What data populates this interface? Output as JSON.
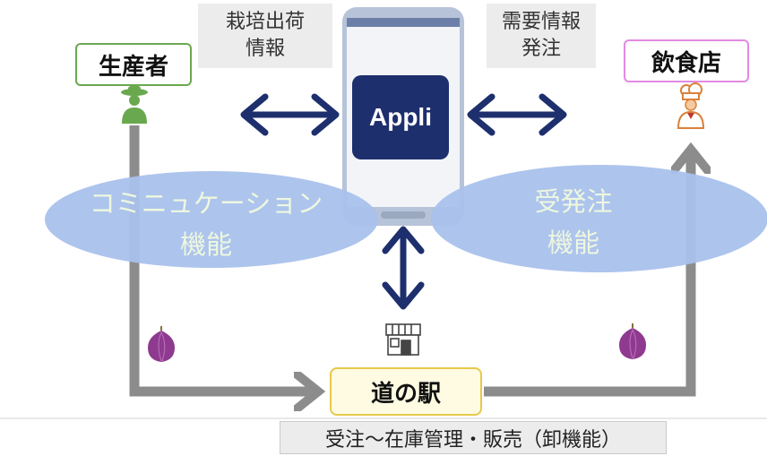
{
  "grow_info": {
    "line1": "栽培出荷",
    "line2": "情報"
  },
  "demand_info": {
    "line1": "需要情報",
    "line2": "発注"
  },
  "producer": {
    "label": "生産者"
  },
  "restaurant": {
    "label": "飲食店"
  },
  "app": {
    "label": "Appli"
  },
  "communication": {
    "line1": "コミニュケーション",
    "line2": "機能"
  },
  "ordering": {
    "line1": "受発注",
    "line2": "機能"
  },
  "station": {
    "label": "道の駅"
  },
  "wholesale": {
    "label": "受注～在庫管理・販売（卸機能）"
  },
  "colors": {
    "arrow_navy": "#1e2f6e",
    "flow_gray": "#8c8c8c",
    "ellipse_blue": "#a9c1ec",
    "producer_green": "#6aa84f",
    "restaurant_pink": "#e28ae2",
    "station_yellow": "#e8c84a",
    "onion_purple": "#8e3a8e"
  },
  "icons": [
    "farmer-icon",
    "chef-icon",
    "shop-icon",
    "onion-icon",
    "smartphone-icon"
  ]
}
